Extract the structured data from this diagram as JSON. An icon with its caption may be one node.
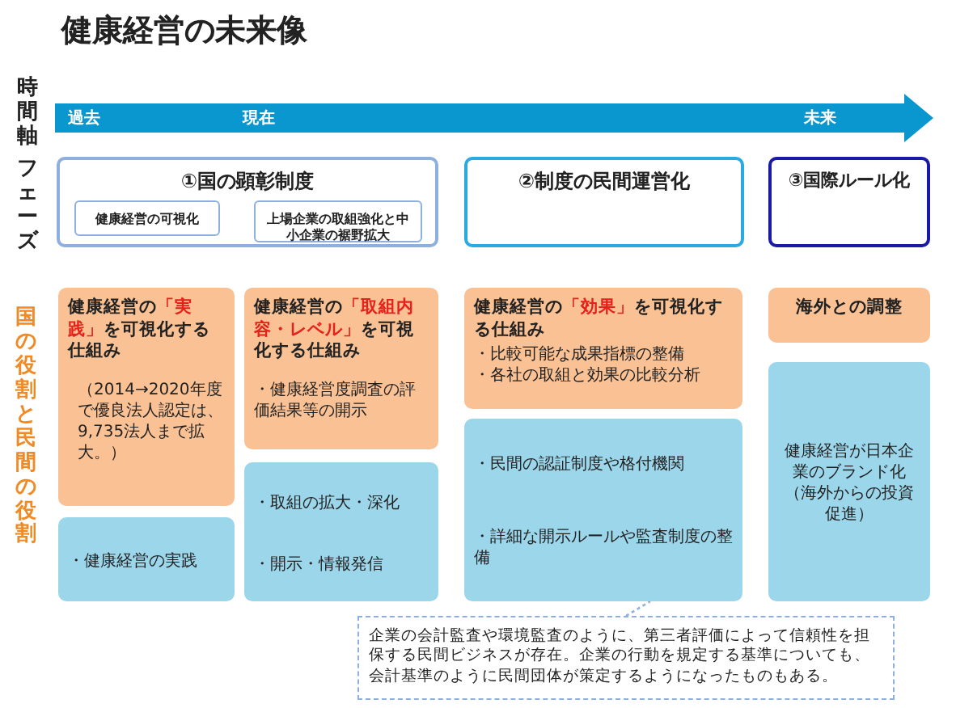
{
  "diagram": {
    "title": "健康経営の未来像",
    "nodes": [
      {
        "text": [
          "過去",
          "現在",
          "未来"
        ]
      },
      {
        "text": [
          "①国の顕彰制度"
        ]
      },
      {
        "text": [
          "健康経営の可視化"
        ],
        "in": 1
      },
      {
        "text": [
          "上場企業の取組強化と中小企業の裾野拡大"
        ],
        "in": 1
      },
      {
        "text": [
          "②制度の民間運営化"
        ]
      },
      {
        "text": [
          "③国際ルール化"
        ]
      },
      {
        "text": [
          "健康経営の**「実践」**を可視化する仕組み",
          "（2014→2020年度で優良法人認定は、9,735法人まで拡大。）"
        ]
      },
      {
        "text": [
          "健康経営の**「取組内容・レベル」**を可視化する仕組み",
          "・健康経営度調査の評価結果等の開示"
        ]
      },
      {
        "text": [
          "健康経営の**「効果」**を可視化する仕組み",
          "・比較可能な成果指標の整備",
          "・各社の取組と効果の比較分析"
        ]
      },
      {
        "text": [
          "海外との調整"
        ]
      },
      {
        "text": [
          "・健康経営の実践"
        ]
      },
      {
        "text": [
          "・取組の拡大・深化",
          "・開示・情報発信"
        ]
      },
      {
        "text": [
          "・民間の認証制度や格付機関",
          "・詳細な開示ルールや監査制度の整備"
        ]
      },
      {
        "text": [
          "健康経営が日本企業のブランド化（海外からの投資促進）"
        ]
      },
      {
        "text": [
          "企業の会計監査や環境監査のように、第三者評価によって信頼性を担保する民間ビジネスが存在。企業の行動を規定する基準についても、会計基準のように民間団体が策定するようになったものもある。"
        ]
      }
    ],
    "edges": [
      {
        "from": 14,
        "to": 12,
        "arrow": "none",
        "style": "dashed"
      }
    ],
    "labels": [
      "時間軸",
      "フェーズ",
      "国の役割と民間の役割"
    ]
  }
}
